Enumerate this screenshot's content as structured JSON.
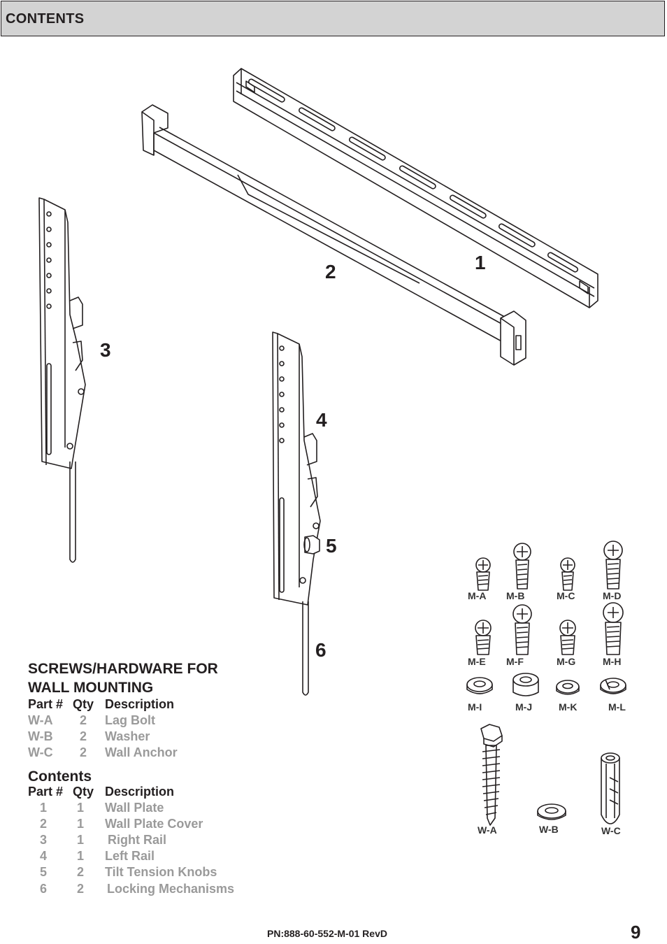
{
  "header": {
    "title": "CONTENTS"
  },
  "callouts": [
    "1",
    "2",
    "3",
    "4",
    "5",
    "6"
  ],
  "hardware_labels": {
    "row1": [
      "M-A",
      "M-B",
      "M-C",
      "M-D"
    ],
    "row2": [
      "M-E",
      "M-F",
      "M-G",
      "M-H"
    ],
    "row3": [
      "M-I",
      "M-J",
      "M-K",
      "M-L"
    ],
    "row4": [
      "W-A",
      "W-B",
      "W-C"
    ]
  },
  "wall_hardware": {
    "title_line1": "SCREWS/HARDWARE FOR",
    "title_line2": "WALL MOUNTING",
    "header": {
      "part": "Part #",
      "qty": "Qty",
      "desc": "Description"
    },
    "rows": [
      {
        "part": "W-A",
        "qty": "2",
        "desc": "Lag Bolt"
      },
      {
        "part": "W-B",
        "qty": "2",
        "desc": "Washer"
      },
      {
        "part": "W-C",
        "qty": "2",
        "desc": "Wall Anchor"
      }
    ]
  },
  "contents": {
    "title": "Contents",
    "header": {
      "part": "Part #",
      "qty": "Qty",
      "desc": "Description"
    },
    "rows": [
      {
        "part": "1",
        "qty": "1",
        "desc": "Wall Plate"
      },
      {
        "part": "2",
        "qty": "1",
        "desc": "Wall Plate Cover"
      },
      {
        "part": "3",
        "qty": "1",
        "desc": "Right Rail"
      },
      {
        "part": "4",
        "qty": "1",
        "desc": "Left Rail"
      },
      {
        "part": "5",
        "qty": "2",
        "desc": "Tilt Tension Knobs"
      },
      {
        "part": "6",
        "qty": "2",
        "desc": "Locking Mechanisms"
      }
    ]
  },
  "footer": {
    "part_number": "PN:888-60-552-M-01 RevD",
    "page_number": "9"
  }
}
